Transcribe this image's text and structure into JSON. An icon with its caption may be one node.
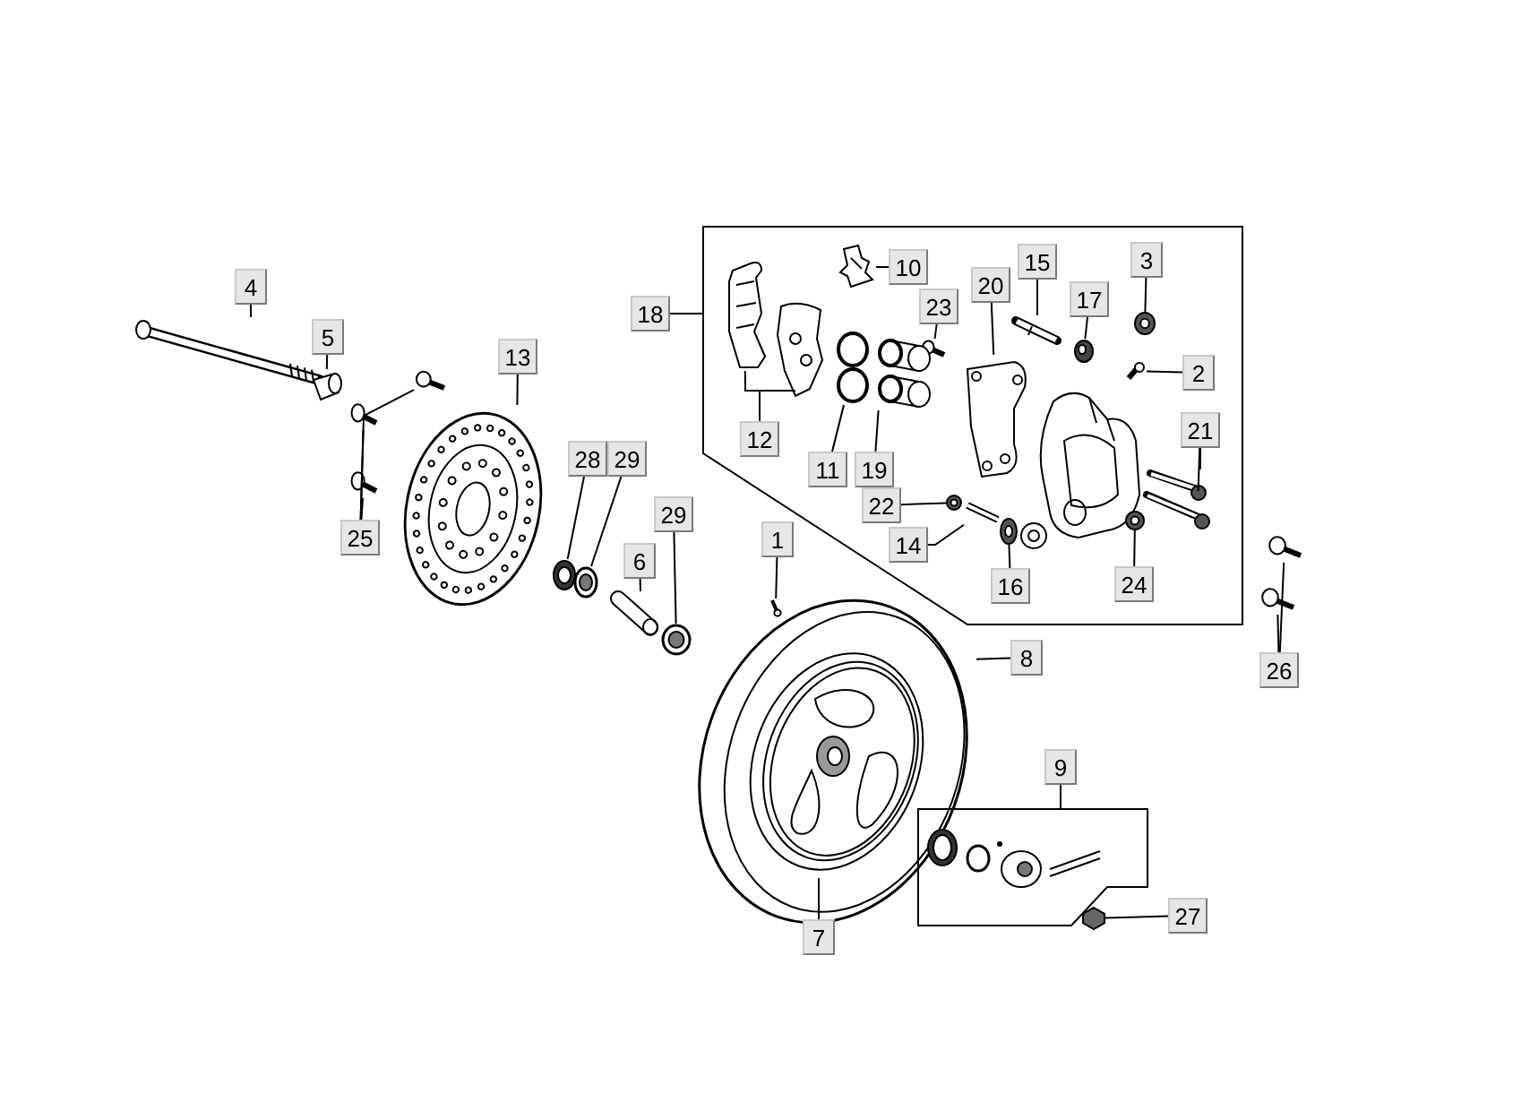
{
  "diagram": {
    "nodes": [
      {
        "text": [],
        "shape": "box"
      },
      {
        "text": [
          "10"
        ],
        "in": 0
      },
      {
        "text": [
          "3"
        ],
        "in": 0
      },
      {
        "text": [
          "15"
        ],
        "in": 0
      },
      {
        "text": [
          "20"
        ],
        "in": 0
      },
      {
        "text": [
          "17"
        ],
        "in": 0
      },
      {
        "text": [
          "23"
        ],
        "in": 0
      },
      {
        "text": [
          "2"
        ],
        "in": 0
      },
      {
        "text": [
          "12"
        ],
        "in": 0
      },
      {
        "text": [
          "21"
        ],
        "in": 0
      },
      {
        "text": [
          "11"
        ],
        "in": 0
      },
      {
        "text": [
          "19"
        ],
        "in": 0
      },
      {
        "text": [
          "22"
        ],
        "in": 0
      },
      {
        "text": [
          "14"
        ],
        "in": 0
      },
      {
        "text": [
          "16"
        ],
        "in": 0
      },
      {
        "text": [
          "24"
        ],
        "in": 0
      },
      {
        "text": [],
        "shape": "picture",
        "in": 0
      },
      {
        "text": [],
        "shape": "circle",
        "in": 0
      },
      {
        "text": [],
        "shape": "picture",
        "in": 0
      },
      {
        "text": [],
        "shape": "picture",
        "in": 0
      },
      {
        "text": [],
        "shape": "picture",
        "in": 0
      },
      {
        "text": [],
        "shape": "picture",
        "in": 0
      },
      {
        "text": [],
        "shape": "picture",
        "in": 0
      },
      {
        "text": [],
        "shape": "picture",
        "in": 0
      },
      {
        "text": [],
        "shape": "picture",
        "in": 0
      },
      {
        "text": [],
        "shape": "picture",
        "in": 0
      },
      {
        "text": [],
        "shape": "picture",
        "in": 0
      },
      {
        "text": [],
        "shape": "picture",
        "in": 0
      },
      {
        "text": [],
        "shape": "picture",
        "in": 0
      },
      {
        "text": [],
        "shape": "circle",
        "in": 0
      },
      {
        "text": [],
        "shape": "picture",
        "in": 0
      },
      {
        "text": [],
        "shape": "circle",
        "in": 0
      },
      {
        "text": [],
        "shape": "circle",
        "in": 0
      },
      {
        "text": [
          "4"
        ]
      },
      {
        "text": [
          "5"
        ]
      },
      {
        "text": [
          "18"
        ]
      },
      {
        "text": [
          "13"
        ]
      },
      {
        "text": [
          "28"
        ]
      },
      {
        "text": [
          "29"
        ]
      },
      {
        "text": [
          "29"
        ]
      },
      {
        "text": [
          "25"
        ]
      },
      {
        "text": [
          "6"
        ]
      },
      {
        "text": [
          "1"
        ]
      },
      {
        "text": [
          "8"
        ]
      },
      {
        "text": [
          "9"
        ]
      },
      {
        "text": [
          "26"
        ]
      },
      {
        "text": [
          "27"
        ]
      },
      {
        "text": [
          "7"
        ]
      },
      {
        "text": [],
        "shape": "picture"
      },
      {
        "text": [],
        "shape": "picture"
      },
      {
        "text": [],
        "shape": "picture"
      },
      {
        "text": [],
        "shape": "picture"
      },
      {
        "text": [],
        "shape": "picture"
      },
      {
        "text": [],
        "shape": "picture"
      },
      {
        "text": [],
        "shape": "picture"
      },
      {
        "text": [],
        "shape": "picture"
      },
      {
        "text": [],
        "shape": "picture"
      },
      {
        "text": [],
        "shape": "picture"
      },
      {
        "text": [],
        "shape": "picture"
      },
      {
        "text": [],
        "shape": "picture"
      },
      {
        "text": [],
        "shape": "picture",
        "in": 59
      },
      {
        "text": [],
        "shape": "box"
      },
      {
        "text": [],
        "shape": "picture"
      },
      {
        "text": [],
        "shape": "picture"
      },
      {
        "text": [],
        "shape": "picture"
      }
    ],
    "edges": [
      {
        "from": 1,
        "to": 16,
        "arrow": "none"
      },
      {
        "from": 2,
        "to": 17,
        "arrow": "none"
      },
      {
        "from": 3,
        "to": 18,
        "arrow": "none"
      },
      {
        "from": 4,
        "to": 19,
        "arrow": "none"
      },
      {
        "from": 5,
        "to": 20,
        "arrow": "none"
      },
      {
        "from": 6,
        "to": 21,
        "arrow": "none"
      },
      {
        "from": 7,
        "to": 22,
        "arrow": "none"
      },
      {
        "from": 8,
        "to": 23,
        "arrow": "none"
      },
      {
        "from": 8,
        "to": 24,
        "arrow": "none"
      },
      {
        "from": 9,
        "to": 25,
        "arrow": "none"
      },
      {
        "from": 9,
        "to": 26,
        "arrow": "none"
      },
      {
        "from": 10,
        "to": 27,
        "arrow": "none"
      },
      {
        "from": 11,
        "to": 28,
        "arrow": "none"
      },
      {
        "from": 12,
        "to": 29,
        "arrow": "none"
      },
      {
        "from": 13,
        "to": 30,
        "arrow": "none"
      },
      {
        "from": 14,
        "to": 31,
        "arrow": "none"
      },
      {
        "from": 15,
        "to": 32,
        "arrow": "none"
      },
      {
        "from": 33,
        "to": 48,
        "arrow": "none"
      },
      {
        "from": 34,
        "to": 49,
        "arrow": "none"
      },
      {
        "from": 35,
        "to": 0,
        "arrow": "none"
      },
      {
        "from": 36,
        "to": 53,
        "arrow": "none"
      },
      {
        "from": 37,
        "to": 54,
        "arrow": "none"
      },
      {
        "from": 38,
        "to": 55,
        "arrow": "none"
      },
      {
        "from": 39,
        "to": 57,
        "arrow": "none"
      },
      {
        "from": 40,
        "to": 52,
        "arrow": "none"
      },
      {
        "from": 40,
        "to": 51,
        "arrow": "none"
      },
      {
        "from": 40,
        "to": 50,
        "arrow": "none"
      },
      {
        "from": 41,
        "to": 56,
        "arrow": "none"
      },
      {
        "from": 42,
        "to": 58,
        "arrow": "none"
      },
      {
        "from": 43,
        "to": 59,
        "arrow": "none"
      },
      {
        "from": 44,
        "to": 61,
        "arrow": "none"
      },
      {
        "from": 45,
        "to": 64,
        "arrow": "none"
      },
      {
        "from": 45,
        "to": 63,
        "arrow": "none"
      },
      {
        "from": 46,
        "to": 62,
        "arrow": "none"
      },
      {
        "from": 47,
        "to": 60,
        "arrow": "none"
      }
    ]
  }
}
